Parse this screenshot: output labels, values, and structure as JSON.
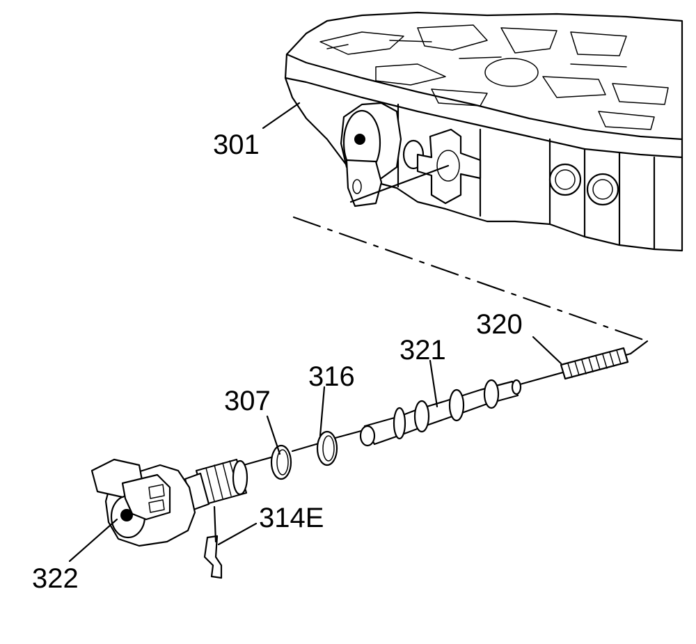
{
  "callouts": {
    "c301": "301",
    "c320": "320",
    "c321": "321",
    "c316": "316",
    "c307": "307",
    "c314e": "314E",
    "c322": "322"
  },
  "colors": {
    "line": "#000000",
    "background": "#ffffff"
  }
}
